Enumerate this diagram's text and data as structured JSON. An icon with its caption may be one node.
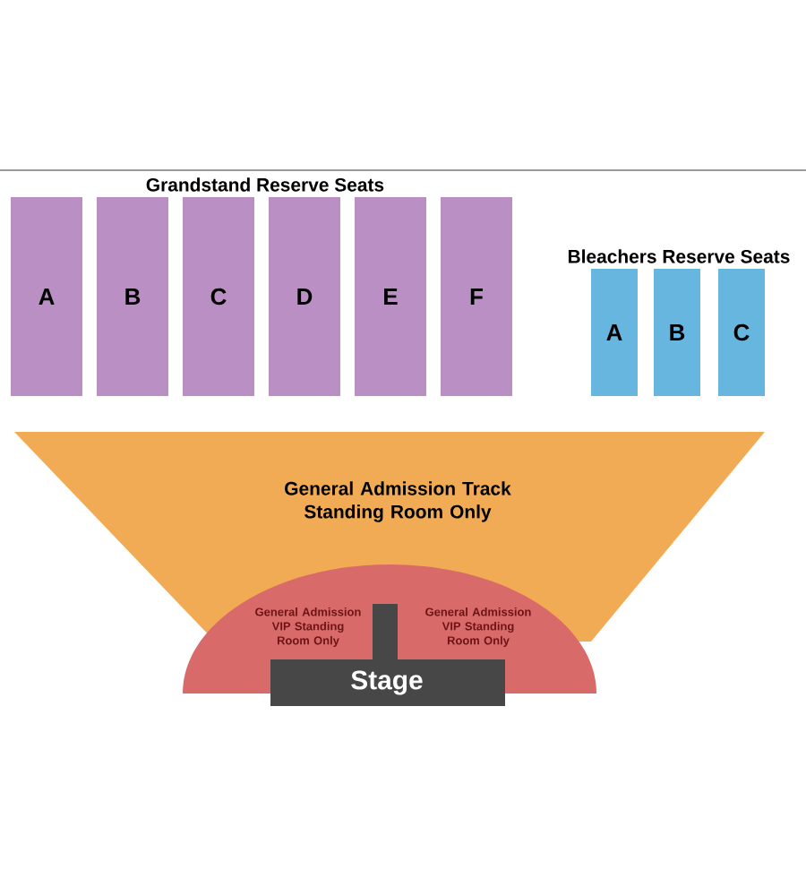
{
  "diagram": {
    "nodes": [
      {
        "text": [
          "A"
        ]
      },
      {
        "text": [
          "B"
        ]
      },
      {
        "text": [
          "C"
        ]
      },
      {
        "text": [
          "D"
        ]
      },
      {
        "text": [
          "E"
        ]
      },
      {
        "text": [
          "F"
        ]
      },
      {
        "text": [
          "A"
        ]
      },
      {
        "text": [
          "B"
        ]
      },
      {
        "text": [
          "C"
        ]
      },
      {
        "text": [
          "General Admission Track Standing Room Only"
        ]
      },
      {
        "text": [
          "General Admission VIP Standing Room Only",
          "General Admission VIP Standing Room Only"
        ]
      },
      {
        "text": [
          "Stage"
        ]
      }
    ],
    "labels": [
      "Grandstand Reserve Seats",
      "Bleachers Reserve Seats"
    ]
  }
}
